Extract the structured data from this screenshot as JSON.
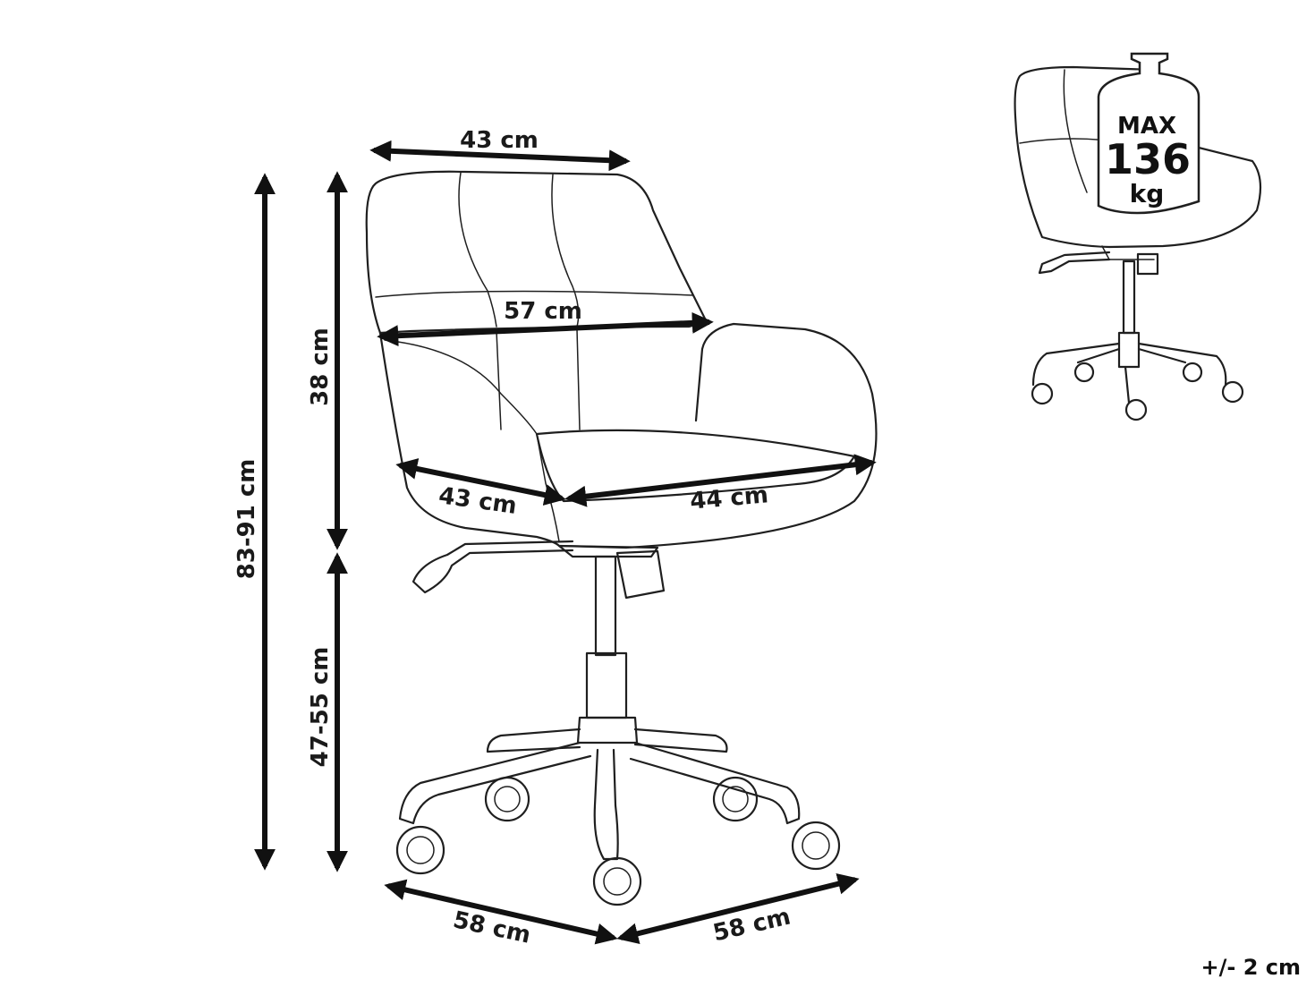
{
  "dimensions": {
    "back_width": "43 cm",
    "arm_width": "57 cm",
    "seat_depth": "43 cm",
    "seat_width": "44 cm",
    "back_height": "38 cm",
    "total_height": "83-91 cm",
    "seat_height": "47-55 cm",
    "base_left": "58 cm",
    "base_right": "58 cm"
  },
  "load": {
    "max_label": "MAX",
    "value": "136",
    "unit": "kg"
  },
  "tolerance": "+/- 2 cm"
}
